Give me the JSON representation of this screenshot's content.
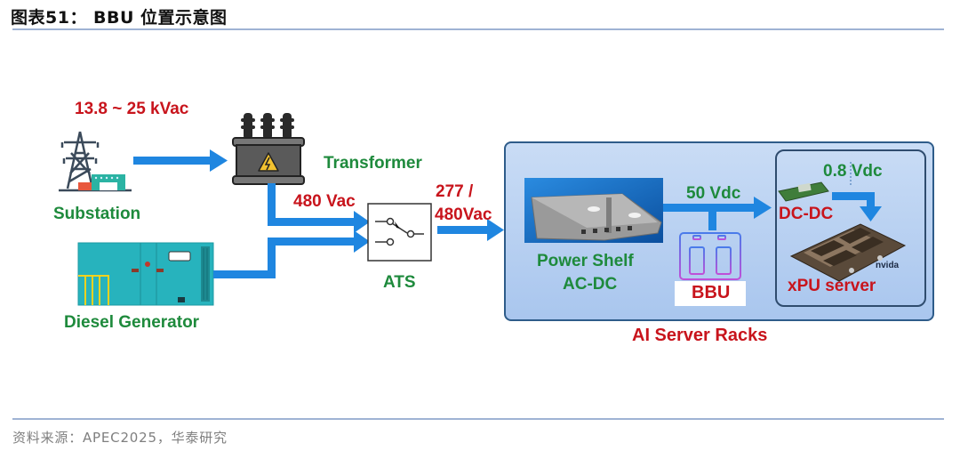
{
  "header": {
    "title": "图表51： BBU 位置示意图"
  },
  "footer": {
    "source": "资料来源：APEC2025，华泰研究"
  },
  "diagram": {
    "nodes": {
      "substation": {
        "label": "Substation",
        "icon": "power-tower-icon"
      },
      "transformer": {
        "label": "Transformer",
        "icon": "transformer-icon"
      },
      "diesel_generator": {
        "label": "Diesel Generator",
        "icon": "diesel-generator-icon"
      },
      "ats": {
        "label": "ATS",
        "icon": "switch-icon"
      },
      "power_shelf": {
        "label_line1": "Power Shelf",
        "label_line2": "AC-DC",
        "icon": "power-shelf-icon"
      },
      "bbu": {
        "label": "BBU",
        "icon": "battery-backup-icon"
      },
      "dc_dc": {
        "label": "DC-DC",
        "icon": "dc-dc-module-icon"
      },
      "xpu_server": {
        "label": "xPU server",
        "brand": "nvida",
        "icon": "gpu-board-icon"
      },
      "ai_server_racks": {
        "label": "AI Server Racks"
      }
    },
    "voltages": {
      "grid": "13.8 ~ 25 kVac",
      "transformer_out": "480 Vac",
      "ats_out_line1": "277 /",
      "ats_out_line2": "480Vac",
      "shelf_out": "50 Vdc",
      "dcdc_out": "0.8 Vdc"
    },
    "edges": [
      {
        "from": "substation",
        "to": "transformer"
      },
      {
        "from": "transformer",
        "to": "ats",
        "label": "480 Vac"
      },
      {
        "from": "diesel_generator",
        "to": "ats"
      },
      {
        "from": "ats",
        "to": "power_shelf",
        "label": "277 / 480Vac"
      },
      {
        "from": "power_shelf",
        "to": "dc_dc",
        "label": "50 Vdc"
      },
      {
        "from": "bbu",
        "to": "power_shelf_bus"
      },
      {
        "from": "dc_dc",
        "to": "xpu_server",
        "label": "0.8 Vdc"
      }
    ],
    "colors": {
      "arrow": "#1f86e0",
      "voltage_text": "#c8141c",
      "node_text": "#1e8a3c",
      "rack_fill": "#b8d0f2",
      "rack_border": "#2e5c8a"
    }
  }
}
